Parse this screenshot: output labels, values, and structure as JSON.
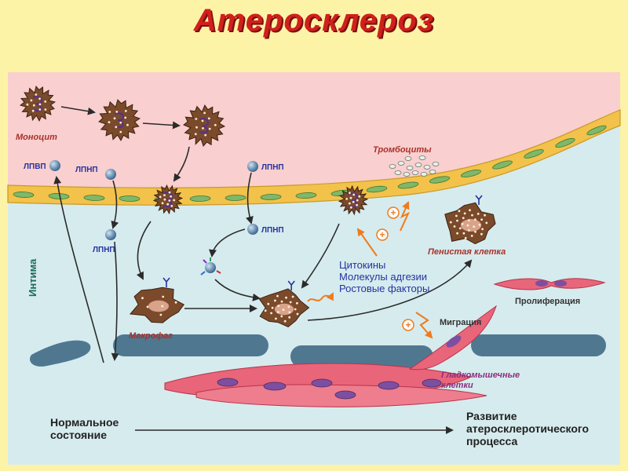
{
  "title": "Атеросклероз",
  "colors": {
    "background": "#fdf3a6",
    "title": "#d0201c",
    "lumen": "#f9cfcf",
    "intima": "#d6ebee",
    "cell_brown": "#7b4a2a",
    "ldl_blue": "#4f7aa5",
    "membrane": "#5b86a0",
    "smooth_muscle": "#e8657a",
    "label_red": "#a8312b",
    "label_purple": "#8b2e7c",
    "label_blue": "#2433a0",
    "arrow_orange": "#ef7b1c"
  },
  "labels": {
    "monocyte": "Моноцит",
    "hdl": "ЛПВП",
    "ldl_1": "ЛПНП",
    "ldl_2": "ЛПНП",
    "ldl_3": "ЛПНП",
    "ldl_4": "ЛПНП",
    "platelets": "Тромбоциты",
    "intima": "Интима",
    "macrophage": "Макрофаг",
    "foam_cell": "Пенистая клетка",
    "cytokines": "Цитокины",
    "adhesion": "Молекулы адгезии",
    "growth": "Ростовые факторы",
    "proliferation": "Пролиферация",
    "migration": "Миграция",
    "smc_line1": "Гладкомышечные",
    "smc_line2": "клетки",
    "normal_line1": "Нормальное",
    "normal_line2": "состояние",
    "dev_line1": "Развитие",
    "dev_line2": "атеросклеротического",
    "dev_line3": "процесса",
    "plus": "+"
  }
}
